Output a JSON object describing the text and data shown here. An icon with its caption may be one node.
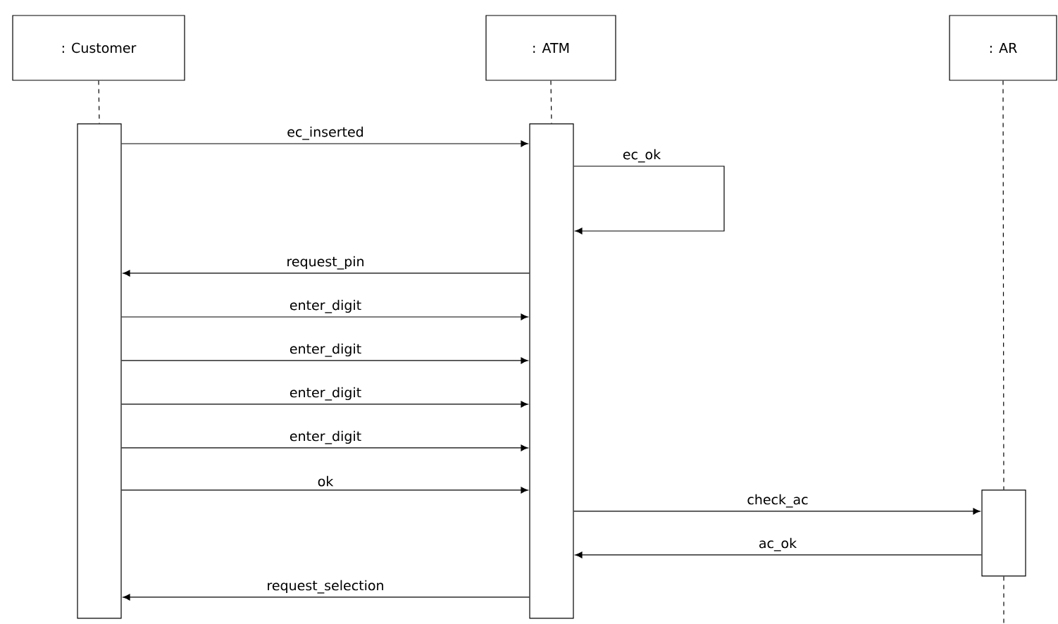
{
  "diagram": {
    "nodes": [
      {
        "text": [
          ": Customer"
        ]
      },
      {
        "text": [
          ": ATM"
        ]
      },
      {
        "text": [
          ": AR"
        ]
      },
      {
        "text": [],
        "shape": "box"
      },
      {
        "text": [],
        "shape": "box"
      },
      {
        "text": [],
        "shape": "box"
      }
    ],
    "edges": [
      {
        "from": 0,
        "to": 3,
        "arrow": "none",
        "style": "dashed"
      },
      {
        "from": 1,
        "to": 4,
        "arrow": "none",
        "style": "dashed"
      },
      {
        "from": 2,
        "to": 5,
        "arrow": "none",
        "style": "dashed"
      },
      {
        "from": 5,
        "to": null,
        "arrow": "none",
        "style": "dashed"
      },
      {
        "from": 3,
        "to": 4,
        "arrow": "to",
        "label": "ec_inserted"
      },
      {
        "from": 4,
        "to": 4,
        "arrow": "to",
        "label": "ec_ok"
      },
      {
        "from": 4,
        "to": 3,
        "arrow": "to",
        "label": "request_pin"
      },
      {
        "from": 3,
        "to": 4,
        "arrow": "to",
        "label": "enter_digit"
      },
      {
        "from": 3,
        "to": 4,
        "arrow": "to",
        "label": "enter_digit"
      },
      {
        "from": 3,
        "to": 4,
        "arrow": "to",
        "label": "enter_digit"
      },
      {
        "from": 3,
        "to": 4,
        "arrow": "to",
        "label": "enter_digit"
      },
      {
        "from": 3,
        "to": 4,
        "arrow": "to",
        "label": "ok"
      },
      {
        "from": 4,
        "to": 5,
        "arrow": "to",
        "label": "check_ac"
      },
      {
        "from": 5,
        "to": 4,
        "arrow": "to",
        "label": "ac_ok"
      },
      {
        "from": 4,
        "to": 3,
        "arrow": "to",
        "label": "request_selection"
      }
    ]
  }
}
